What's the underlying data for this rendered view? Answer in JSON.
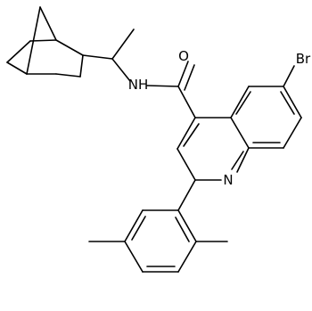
{
  "molecule": {
    "atom_labels": {
      "O": "O",
      "NH": "NH",
      "Br": "Br",
      "N": "N"
    },
    "colors": {
      "bond": "#000000",
      "label": "#000000",
      "background": "#ffffff"
    }
  }
}
